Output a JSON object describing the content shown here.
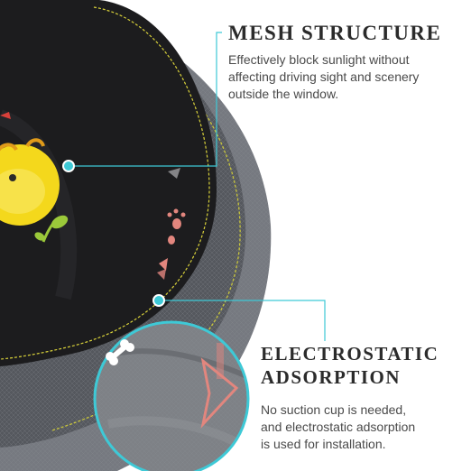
{
  "features": [
    {
      "title": "MESH STRUCTURE",
      "description_lines": [
        "Effectively block sunlight without",
        "affecting driving sight and scenery",
        "outside the window."
      ]
    },
    {
      "title_lines": [
        "ELECTROSTATIC",
        "ADSORPTION"
      ],
      "description_lines": [
        "No suction cup is needed,",
        "and electrostatic adsorption",
        "is used for installation."
      ]
    }
  ],
  "colors": {
    "accent_cyan": "#3ec9d6",
    "shade_black": "#1c1c1e",
    "mesh_grey": "#7a7d82",
    "stitch_yellow": "#d9d23a",
    "chick_yellow": "#f4d81c"
  }
}
